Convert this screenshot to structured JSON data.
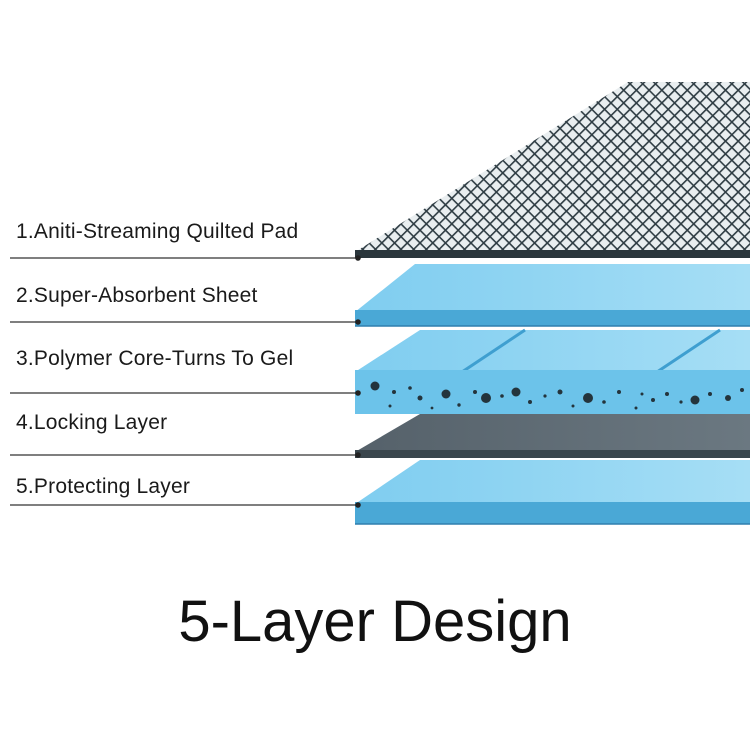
{
  "title": "5-Layer Design",
  "layers": [
    {
      "label": "1.Aniti-Streaming Quilted Pad",
      "color": "#3a4a50"
    },
    {
      "label": "2.Super-Absorbent Sheet",
      "color": "#5ab8e2"
    },
    {
      "label": "3.Polymer Core-Turns To Gel",
      "color": "#5ab8e2"
    },
    {
      "label": "4.Locking Layer",
      "color": "#3f4a52"
    },
    {
      "label": "5.Protecting Layer",
      "color": "#5ab8e2"
    }
  ]
}
